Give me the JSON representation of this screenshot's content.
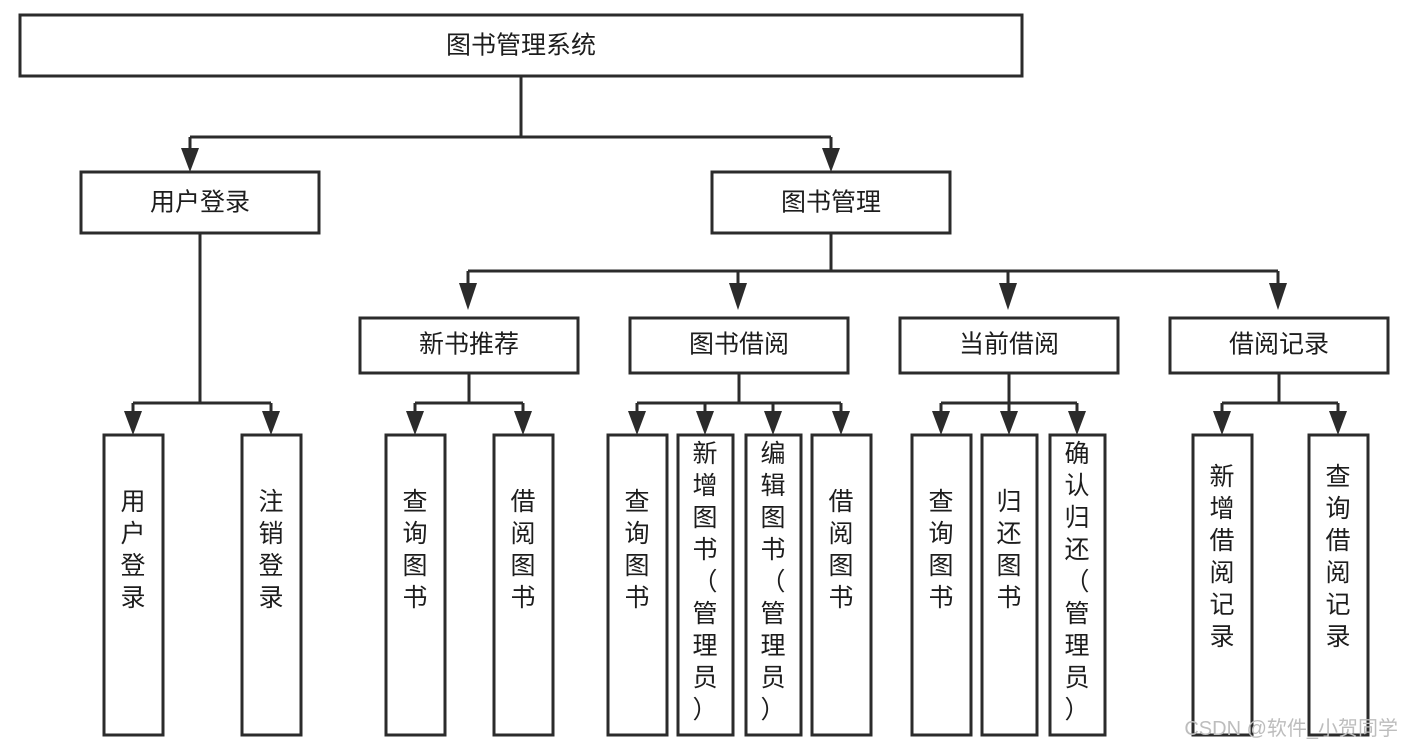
{
  "diagram": {
    "title": "图书管理系统",
    "type": "tree",
    "orientation": "top-down",
    "colors": {
      "box_stroke": "#2b2b2b",
      "box_fill": "#ffffff",
      "connector": "#2b2b2b",
      "text": "#1d1d1d",
      "watermark": "#bdbdbd",
      "background": "#ffffff"
    }
  },
  "root": {
    "label": "图书管理系统"
  },
  "level2": {
    "user_login": {
      "label": "用户登录"
    },
    "book_manage": {
      "label": "图书管理"
    }
  },
  "level3": {
    "new_book_recommend": {
      "label": "新书推荐"
    },
    "book_borrow": {
      "label": "图书借阅"
    },
    "current_borrow": {
      "label": "当前借阅"
    },
    "borrow_record": {
      "label": "借阅记录"
    }
  },
  "leaves": {
    "user_login": [
      {
        "label": "用户登录"
      },
      {
        "label": "注销登录"
      }
    ],
    "new_book_recommend": [
      {
        "label": "查询图书"
      },
      {
        "label": "借阅图书"
      }
    ],
    "book_borrow": [
      {
        "label": "查询图书"
      },
      {
        "label": "新增图书（管理员）"
      },
      {
        "label": "编辑图书（管理员）"
      },
      {
        "label": "借阅图书"
      }
    ],
    "current_borrow": [
      {
        "label": "查询图书"
      },
      {
        "label": "归还图书"
      },
      {
        "label": "确认归还（管理员）"
      }
    ],
    "borrow_record": [
      {
        "label": "新增借阅记录"
      },
      {
        "label": "查询借阅记录"
      }
    ]
  },
  "watermark": {
    "text": "CSDN @软件_小贺同学"
  }
}
